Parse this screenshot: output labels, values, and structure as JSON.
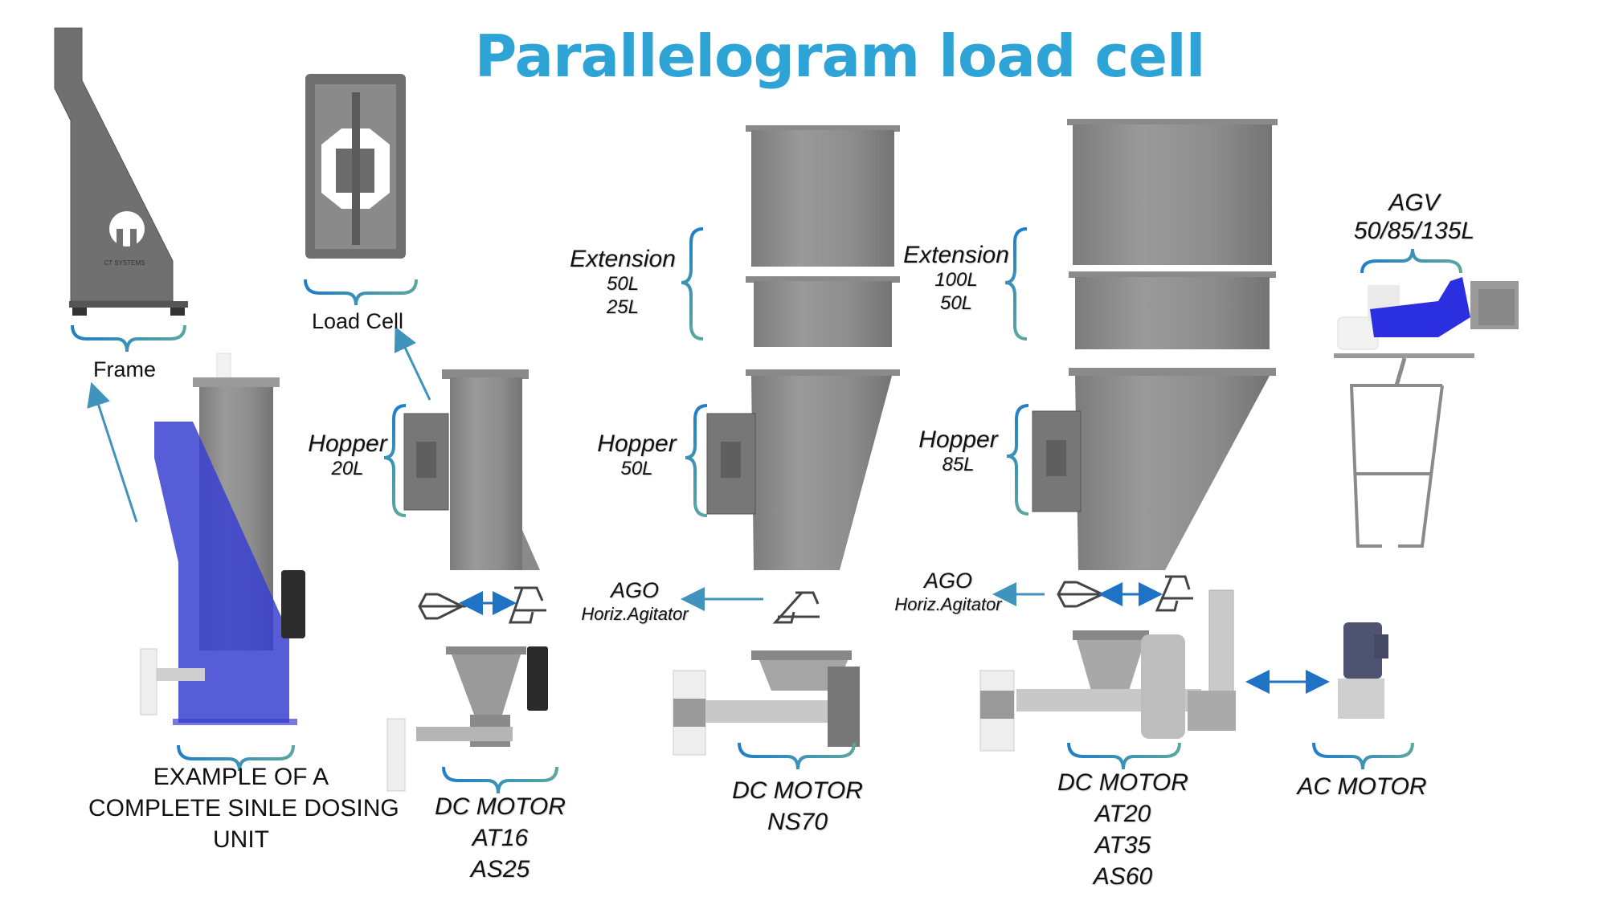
{
  "title": "Parallelogram load cell",
  "colors": {
    "title": "#2ea3d6",
    "brace_start": "#1f7fc9",
    "brace_end": "#5aa6a0",
    "arrow": "#3f93bd",
    "double_arrow": "#1f73c4",
    "metal": "#8a8a8a",
    "frame_blue": "#3a3fd0",
    "motor_blue": "#2a2fe0"
  },
  "labels": {
    "frame": "Frame",
    "frame_logo": "CT SYSTEMS",
    "load_cell": "Load Cell",
    "example": [
      "EXAMPLE OF A",
      "COMPLETE SINLE DOSING",
      "UNIT"
    ],
    "hopper_20": {
      "name": "Hopper",
      "size": "20L"
    },
    "hopper_50": {
      "name": "Hopper",
      "size": "50L"
    },
    "hopper_85": {
      "name": "Hopper",
      "size": "85L"
    },
    "extension_a": {
      "name": "Extension",
      "sizes": [
        "50L",
        "25L"
      ]
    },
    "extension_b": {
      "name": "Extension",
      "sizes": [
        "100L",
        "50L"
      ]
    },
    "ago_a": {
      "name": "AGO",
      "desc": "Horiz.Agitator"
    },
    "ago_b": {
      "name": "AGO",
      "desc": "Horiz.Agitator"
    },
    "agv": {
      "name": "AGV",
      "sizes": "50/85/135L"
    },
    "motor_small": {
      "name": "DC MOTOR",
      "models": [
        "AT16",
        "AS25"
      ]
    },
    "motor_mid": {
      "name": "DC MOTOR",
      "models": [
        "NS70"
      ]
    },
    "motor_large": {
      "name": "DC MOTOR",
      "models": [
        "AT20",
        "AT35",
        "AS60"
      ]
    },
    "motor_ac": {
      "name": "AC MOTOR"
    }
  }
}
